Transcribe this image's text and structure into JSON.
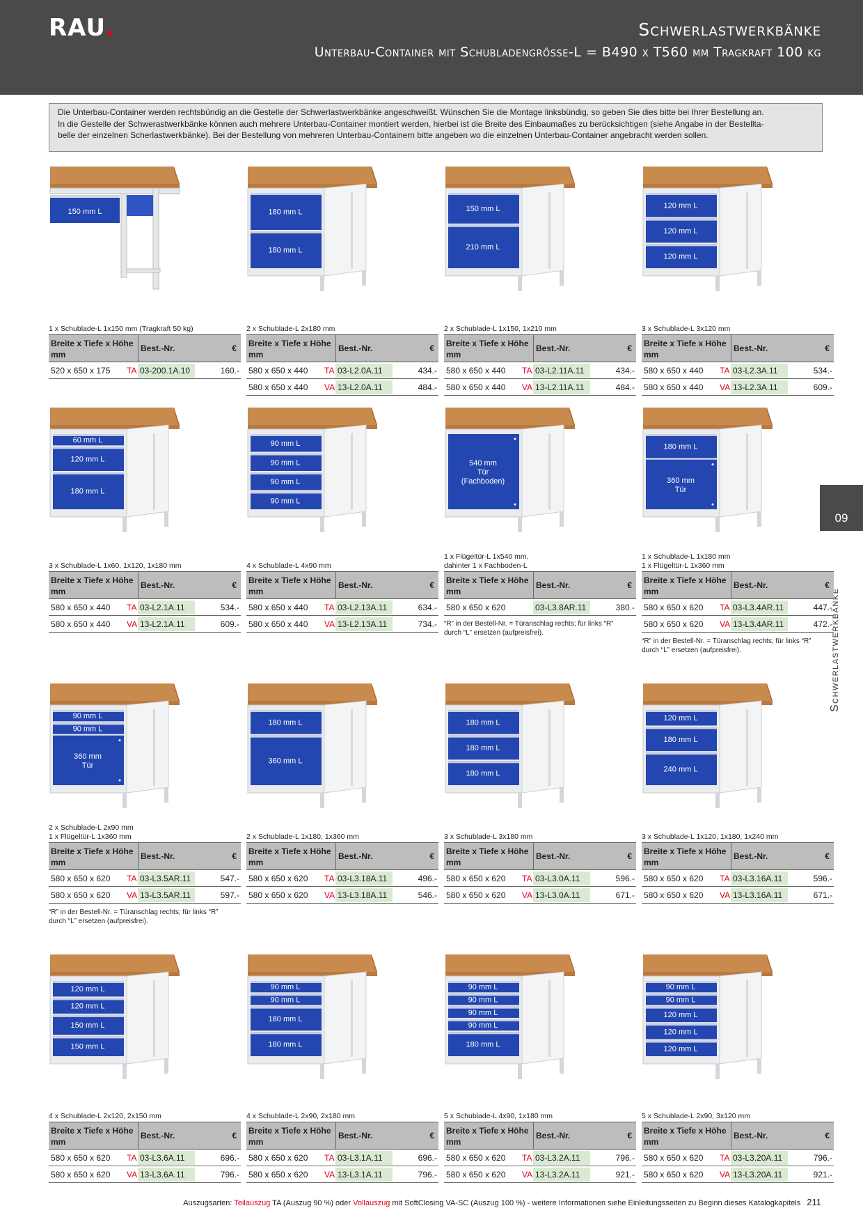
{
  "header": {
    "logo": "RAU",
    "logo_dot": ".",
    "title": "Schwerlastwerkbänke",
    "subtitle": "Unterbau-Container mit Schubladengrösse-L = B490 x T560 mm Tragkraft 100 kg"
  },
  "intro": {
    "line1": "Die Unterbau-Container werden rechtsbündig an die Gestelle der Schwerlastwerkbänke angeschweißt. Wünschen Sie die Montage linksbündig, so geben Sie dies bitte bei Ihrer Bestellung an.",
    "line2": "In die Gestelle der Schwerastwerkbänke können auch mehrere Unterbau-Container montiert werden, hierbei ist die Breite des Einbaumaßes zu berücksichtigen (siehe Angabe in der Bestellta-",
    "line3": "belle der einzelnen Scherlastwerkbänke). Bei der Bestellung von mehreren Unterbau-Containern bitte angeben wo die einzelnen Unterbau-Container angebracht werden sollen."
  },
  "side": {
    "tab": "09",
    "label": "Schwerlastwerkbänke"
  },
  "table_header": {
    "col1": "Breite x Tiefe x Höhe mm",
    "col2": "Best.-Nr.",
    "col3": "€"
  },
  "note_text": {
    "line1": "“R” in der Bestell-Nr. = Türanschlag rechts; für links “R”",
    "line2": "durch “L” ersetzen (aufpreisfrei)."
  },
  "products": [
    {
      "desc": [
        "1 x Schublade-L 1x150 mm (Tragkraft 50 kg)"
      ],
      "drawers": [
        {
          "t": "150 mm L"
        }
      ],
      "rows": [
        {
          "dim": "520 x 650 x 175",
          "code": "TA",
          "nr": "03-200.1A.10",
          "price": "160.-"
        }
      ]
    },
    {
      "desc": [
        "2 x Schublade-L 2x180 mm"
      ],
      "drawers": [
        {
          "t": "180 mm L"
        },
        {
          "t": "180 mm L"
        }
      ],
      "rows": [
        {
          "dim": "580 x 650 x 440",
          "code": "TA",
          "nr": "03-L2.0A.11",
          "price": "434.-"
        },
        {
          "dim": "580 x 650 x 440",
          "code": "VA",
          "nr": "13-L2.0A.11",
          "price": "484.-"
        }
      ]
    },
    {
      "desc": [
        "2 x Schublade-L 1x150, 1x210 mm"
      ],
      "drawers": [
        {
          "t": "150 mm L"
        },
        {
          "t": "210 mm L"
        }
      ],
      "rows": [
        {
          "dim": "580 x 650 x 440",
          "code": "TA",
          "nr": "03-L2.11A.11",
          "price": "434.-"
        },
        {
          "dim": "580 x 650 x 440",
          "code": "VA",
          "nr": "13-L2.11A.11",
          "price": "484.-"
        }
      ]
    },
    {
      "desc": [
        "3 x Schublade-L 3x120 mm"
      ],
      "drawers": [
        {
          "t": "120 mm L"
        },
        {
          "t": "120 mm L"
        },
        {
          "t": "120 mm L"
        }
      ],
      "rows": [
        {
          "dim": "580 x 650 x 440",
          "code": "TA",
          "nr": "03-L2.3A.11",
          "price": "534.-"
        },
        {
          "dim": "580 x 650 x 440",
          "code": "VA",
          "nr": "13-L2.3A.11",
          "price": "609.-"
        }
      ]
    },
    {
      "desc": [
        "3 x Schublade-L 1x60, 1x120, 1x180 mm"
      ],
      "drawers": [
        {
          "t": "60 mm L"
        },
        {
          "t": "120 mm L"
        },
        {
          "t": "180 mm L"
        }
      ],
      "rows": [
        {
          "dim": "580 x 650 x 440",
          "code": "TA",
          "nr": "03-L2.1A.11",
          "price": "534.-"
        },
        {
          "dim": "580 x 650 x 440",
          "code": "VA",
          "nr": "13-L2.1A.11",
          "price": "609.-"
        }
      ]
    },
    {
      "desc": [
        "4 x Schublade-L 4x90 mm"
      ],
      "drawers": [
        {
          "t": "90 mm L"
        },
        {
          "t": "90 mm L"
        },
        {
          "t": "90 mm L"
        },
        {
          "t": "90 mm L"
        }
      ],
      "rows": [
        {
          "dim": "580 x 650 x 440",
          "code": "TA",
          "nr": "03-L2.13A.11",
          "price": "634.-"
        },
        {
          "dim": "580 x 650 x 440",
          "code": "VA",
          "nr": "13-L2.13A.11",
          "price": "734.-"
        }
      ]
    },
    {
      "desc": [
        "1 x Flügeltür-L 1x540 mm,",
        "dahinter 1 x Fachboden-L"
      ],
      "drawers": [
        {
          "t": "540 mm",
          "t2": "Tür",
          "t3": "(Fachboden)",
          "door": true
        }
      ],
      "rows": [
        {
          "dim": "580 x 650 x 620",
          "code": "",
          "nr": "03-L3.8AR.11",
          "price": "380.-"
        }
      ],
      "note": true
    },
    {
      "desc": [
        "1 x Schublade-L 1x180 mm",
        "1 x Flügeltür-L 1x360 mm"
      ],
      "drawers": [
        {
          "t": "180 mm L"
        },
        {
          "t": "360 mm",
          "t2": "Tür",
          "door": true
        }
      ],
      "rows": [
        {
          "dim": "580 x 650 x 620",
          "code": "TA",
          "nr": "03-L3.4AR.11",
          "price": "447.-"
        },
        {
          "dim": "580 x 650 x 620",
          "code": "VA",
          "nr": "13-L3.4AR.11",
          "price": "472.-"
        }
      ],
      "note": true
    },
    {
      "desc": [
        "2 x Schublade-L 2x90 mm",
        "1 x Flügeltür-L 1x360 mm"
      ],
      "drawers": [
        {
          "t": "90 mm L"
        },
        {
          "t": "90 mm L"
        },
        {
          "t": "360 mm",
          "t2": "Tür",
          "door": true
        }
      ],
      "rows": [
        {
          "dim": "580 x 650 x 620",
          "code": "TA",
          "nr": "03-L3.5AR.11",
          "price": "547.-"
        },
        {
          "dim": "580 x 650 x 620",
          "code": "VA",
          "nr": "13-L3.5AR.11",
          "price": "597.-"
        }
      ],
      "note": true
    },
    {
      "desc": [
        "2 x Schublade-L 1x180, 1x360 mm"
      ],
      "drawers": [
        {
          "t": "180 mm L"
        },
        {
          "t": "360 mm L"
        }
      ],
      "rows": [
        {
          "dim": "580 x 650 x 620",
          "code": "TA",
          "nr": "03-L3.18A.11",
          "price": "496.-"
        },
        {
          "dim": "580 x 650 x 620",
          "code": "VA",
          "nr": "13-L3.18A.11",
          "price": "546.-"
        }
      ]
    },
    {
      "desc": [
        "3 x Schublade-L 3x180 mm"
      ],
      "drawers": [
        {
          "t": "180 mm L"
        },
        {
          "t": "180 mm L"
        },
        {
          "t": "180 mm L"
        }
      ],
      "rows": [
        {
          "dim": "580 x 650 x 620",
          "code": "TA",
          "nr": "03-L3.0A.11",
          "price": "596.-"
        },
        {
          "dim": "580 x 650 x 620",
          "code": "VA",
          "nr": "13-L3.0A.11",
          "price": "671.-"
        }
      ]
    },
    {
      "desc": [
        "3 x Schublade-L 1x120, 1x180, 1x240 mm"
      ],
      "drawers": [
        {
          "t": "120 mm L"
        },
        {
          "t": "180 mm L"
        },
        {
          "t": "240 mm L"
        }
      ],
      "rows": [
        {
          "dim": "580 x 650 x 620",
          "code": "TA",
          "nr": "03-L3.16A.11",
          "price": "596.-"
        },
        {
          "dim": "580 x 650 x 620",
          "code": "VA",
          "nr": "13-L3.16A.11",
          "price": "671.-"
        }
      ]
    },
    {
      "desc": [
        "4 x Schublade-L 2x120, 2x150 mm"
      ],
      "drawers": [
        {
          "t": "120 mm L"
        },
        {
          "t": "120 mm L"
        },
        {
          "t": "150 mm L"
        },
        {
          "t": "150 mm L"
        }
      ],
      "rows": [
        {
          "dim": "580 x 650 x 620",
          "code": "TA",
          "nr": "03-L3.6A.11",
          "price": "696.-"
        },
        {
          "dim": "580 x 650 x 620",
          "code": "VA",
          "nr": "13-L3.6A.11",
          "price": "796.-"
        }
      ]
    },
    {
      "desc": [
        "4 x Schublade-L 2x90, 2x180 mm"
      ],
      "drawers": [
        {
          "t": "90 mm L"
        },
        {
          "t": "90 mm L"
        },
        {
          "t": "180 mm L"
        },
        {
          "t": "180 mm L"
        }
      ],
      "rows": [
        {
          "dim": "580 x 650 x 620",
          "code": "TA",
          "nr": "03-L3.1A.11",
          "price": "696.-"
        },
        {
          "dim": "580 x 650 x 620",
          "code": "VA",
          "nr": "13-L3.1A.11",
          "price": "796.-"
        }
      ]
    },
    {
      "desc": [
        "5 x Schublade-L 4x90, 1x180 mm"
      ],
      "drawers": [
        {
          "t": "90 mm L"
        },
        {
          "t": "90 mm L"
        },
        {
          "t": "90 mm L"
        },
        {
          "t": "90 mm L"
        },
        {
          "t": "180 mm L"
        }
      ],
      "rows": [
        {
          "dim": "580 x 650 x 620",
          "code": "TA",
          "nr": "03-L3.2A.11",
          "price": "796.-"
        },
        {
          "dim": "580 x 650 x 620",
          "code": "VA",
          "nr": "13-L3.2A.11",
          "price": "921.-"
        }
      ]
    },
    {
      "desc": [
        "5 x Schublade-L 2x90, 3x120 mm"
      ],
      "drawers": [
        {
          "t": "90 mm L"
        },
        {
          "t": "90 mm L"
        },
        {
          "t": "120 mm L"
        },
        {
          "t": "120 mm L"
        },
        {
          "t": "120 mm L"
        }
      ],
      "rows": [
        {
          "dim": "580 x 650 x 620",
          "code": "TA",
          "nr": "03-L3.20A.11",
          "price": "796.-"
        },
        {
          "dim": "580 x 650 x 620",
          "code": "VA",
          "nr": "13-L3.20A.11",
          "price": "921.-"
        }
      ]
    }
  ],
  "footer": {
    "prefix": "Auszugsarten:",
    "ta_label": "Teilauszug",
    "ta_text": "TA (Auszug 90 %)  oder",
    "va_label": "Vollauszug",
    "va_text": "mit SoftClosing VA-SC (Auszug 100 %) -  weitere Informationen siehe Einleitungsseiten zu Beginn dieses Katalogkapitels",
    "page": "211"
  },
  "colors": {
    "header_bg": "#4a4a4a",
    "accent_red": "#e3001b",
    "drawer_blue": "#2446b0",
    "wood": "#c98a4e",
    "frame": "#e6e8ea",
    "bestnr_bg": "#d9ead3"
  }
}
